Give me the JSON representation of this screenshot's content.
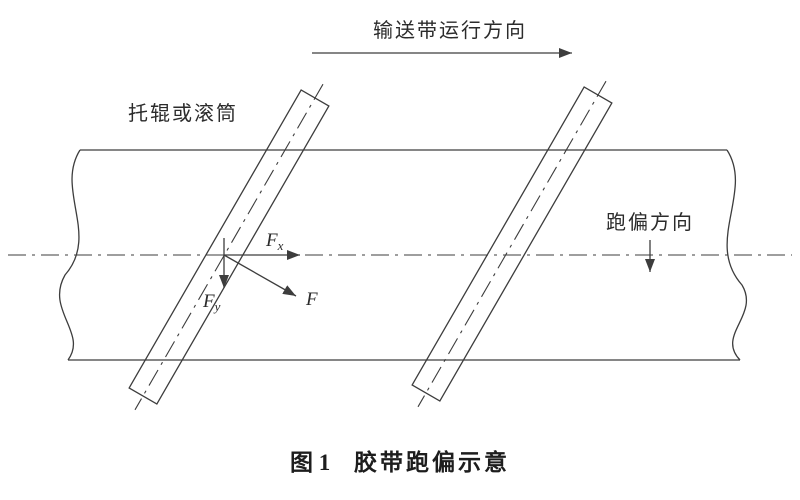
{
  "diagram": {
    "belt_direction_label": "输送带运行方向",
    "roller_label": "托辊或滚筒",
    "deviation_label": "跑偏方向",
    "forces": {
      "fx_main": "F",
      "fx_sub": "x",
      "fy_main": "F",
      "fy_sub": "y",
      "f_main": "F"
    },
    "caption": {
      "prefix": "图 1",
      "title": "胶带跑偏示意"
    },
    "colors": {
      "line": "#3d3d3d",
      "text": "#2b2b2b",
      "background": "#ffffff"
    }
  }
}
